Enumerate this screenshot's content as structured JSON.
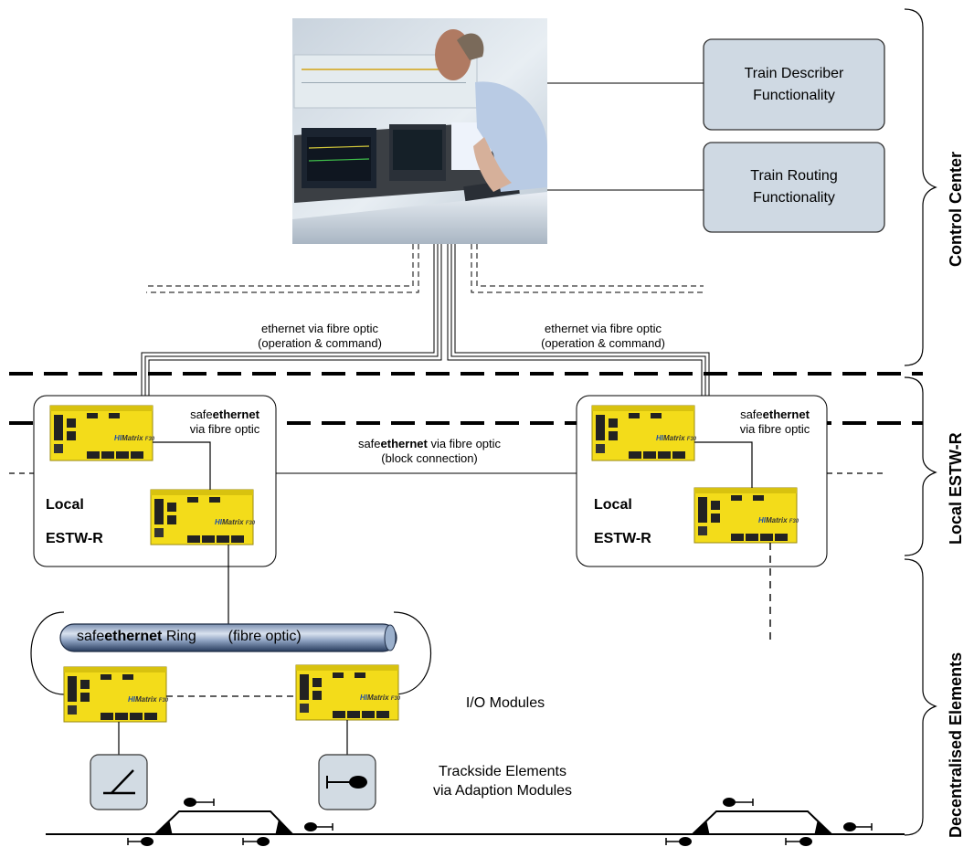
{
  "functions": {
    "train_describer": [
      "Train Describer",
      "Functionality"
    ],
    "train_routing": [
      "Train Routing",
      "Functionality"
    ]
  },
  "links": {
    "left_ethernet": [
      "ethernet via fibre optic",
      "(operation & command)"
    ],
    "right_ethernet": [
      "ethernet via fibre optic",
      "(operation & command)"
    ],
    "block_connection": {
      "prefix": "safe",
      "bold": "ethernet",
      "suffix": " via fibre optic",
      "line2": "(block connection)"
    },
    "safeethernet_left": {
      "prefix": "safe",
      "bold": "ethernet",
      "line2": "via fibre optic"
    },
    "safeethernet_right": {
      "prefix": "safe",
      "bold": "ethernet",
      "line2": "via fibre optic"
    }
  },
  "local_boxes": {
    "left": [
      "Local",
      "ESTW-R"
    ],
    "right": [
      "Local",
      "ESTW-R"
    ]
  },
  "ring": {
    "prefix": "safe",
    "bold": "ethernet",
    "suffix": " Ring",
    "note": "(fibre optic)"
  },
  "io_modules": "I/O Modules",
  "trackside": [
    "Trackside Elements",
    "via Adaption Modules"
  ],
  "sections": {
    "control_center": "Control Center",
    "local_estw": "Local ESTW-R",
    "decentralised": "Decentralised Elements"
  },
  "module_brand": {
    "hi": "HI",
    "matrix": "Matrix",
    "model": "F30"
  },
  "icons": [
    "control-room-photo",
    "plc-module-icon",
    "switch-point-icon",
    "signal-icon",
    "track-signal-icon"
  ]
}
